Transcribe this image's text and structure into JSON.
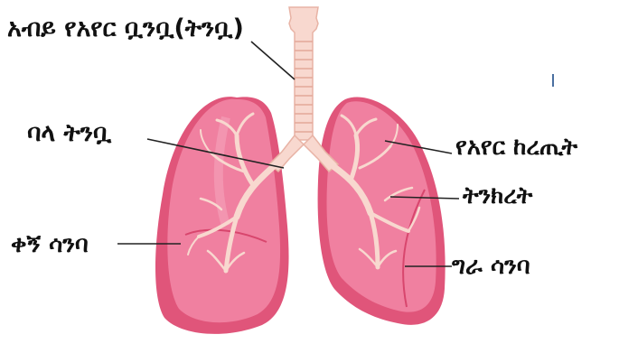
{
  "labels": {
    "trachea": "አብይ የአየር ቧንቧ(ትንቧ)",
    "bronchus": "ባላ ትንቧ",
    "alveoli": "የአየር ከረጢት",
    "bronchiole": "ትንክረት",
    "right_lung": "ቀኝ ሳንባ",
    "left_lung": "ግራ ሳንባ"
  },
  "colors": {
    "lung_dark": "#e0557a",
    "lung_main": "#f080a0",
    "lung_light": "#f6a9bf",
    "airway": "#f8d8cf",
    "trachea_ring": "#f0c4b6",
    "leader_line": "#222222"
  }
}
